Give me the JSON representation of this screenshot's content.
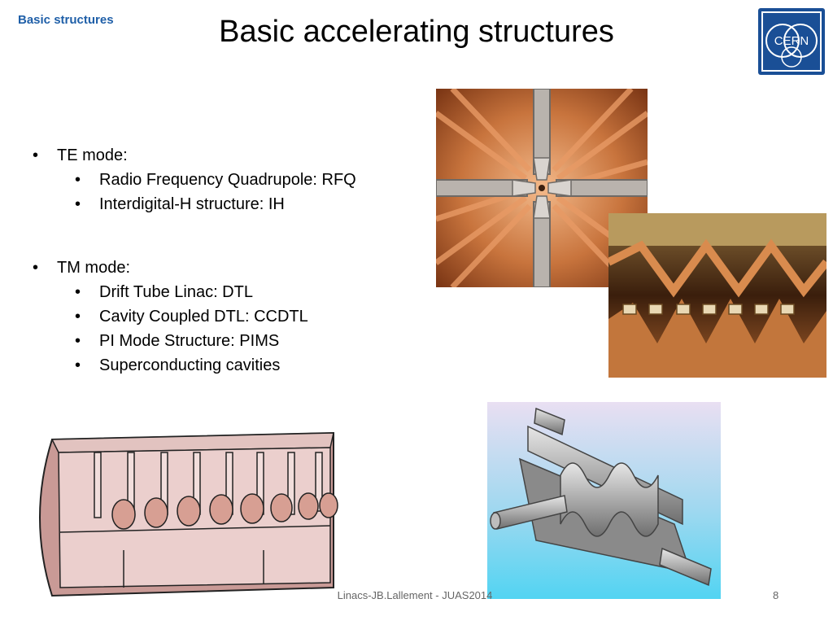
{
  "header": {
    "section": "Basic structures",
    "title": "Basic accelerating structures",
    "logo_text": "CERN"
  },
  "bullets": {
    "te": {
      "label": "TE mode:",
      "items": [
        "Radio Frequency Quadrupole: RFQ",
        "Interdigital-H structure: IH"
      ]
    },
    "tm": {
      "label": "TM mode:",
      "items": [
        "Drift Tube Linac: DTL",
        "Cavity Coupled DTL: CCDTL",
        "PI Mode Structure: PIMS",
        "Superconducting cavities"
      ]
    },
    "marker": "•"
  },
  "footer": {
    "text": "Linacs-JB.Lallement - JUAS2014",
    "page": "8"
  },
  "colors": {
    "section_blue": "#1f5fa8",
    "logo_blue": "#1a4f96",
    "copper": "#c8743d"
  }
}
